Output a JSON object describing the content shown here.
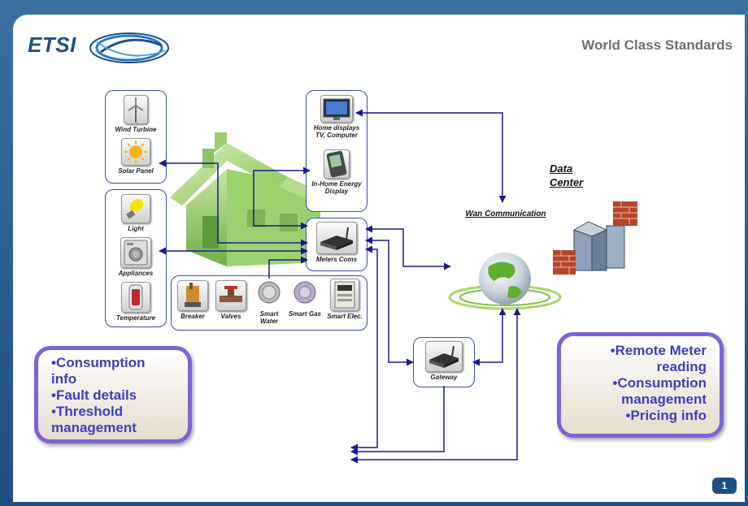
{
  "header": {
    "logo_text": "ETSI",
    "tagline": "World Class Standards"
  },
  "generation_devices": [
    {
      "label": "Wind Turbine",
      "icon": "wind-turbine-icon"
    },
    {
      "label": "Solar Panel",
      "icon": "solar-panel-icon"
    }
  ],
  "load_devices": [
    {
      "label": "Light",
      "icon": "light-bulb-icon"
    },
    {
      "label": "Appliances",
      "icon": "washing-machine-icon"
    },
    {
      "label": "Temperature",
      "icon": "water-heater-icon"
    }
  ],
  "display_devices": [
    {
      "label": "Home displays TV, Computer",
      "icon": "tv-monitor-icon"
    },
    {
      "label": "In-Home Energy Display",
      "icon": "energy-display-icon"
    }
  ],
  "hub": {
    "label": "Meters Coms"
  },
  "meter_devices": [
    {
      "label": "Breaker"
    },
    {
      "label": "Valves"
    },
    {
      "label": "Smart Water"
    },
    {
      "label": "Smart Gas"
    },
    {
      "label": "Smart Elec."
    }
  ],
  "gateway": {
    "label": "Gateway"
  },
  "wan_label": "Wan Communication",
  "data_center_label": "Data Center",
  "left_box": {
    "lines": [
      "•Consumption",
      "info",
      "•Fault details",
      "•Threshold",
      "management"
    ]
  },
  "right_box": {
    "lines": [
      "•Remote Meter",
      "reading",
      "•Consumption",
      "management",
      "•Pricing info"
    ]
  },
  "page_number": "1",
  "colors": {
    "frame": "#2a5a8d",
    "box_border": "#7f63d5",
    "box_text": "#3f3fb9",
    "arrow": "#1a1a8c"
  }
}
